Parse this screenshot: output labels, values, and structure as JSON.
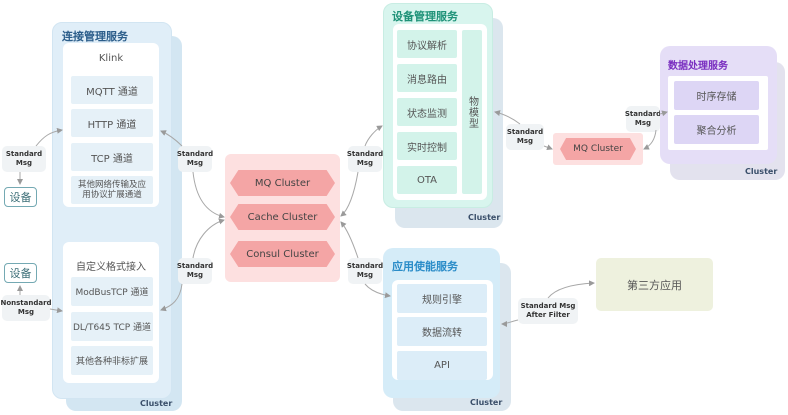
{
  "connection_service": {
    "title": "连接管理服务",
    "cluster_label": "Cluster",
    "klink": {
      "title": "Klink",
      "items": [
        "MQTT 通道",
        "HTTP 通道",
        "TCP 通道",
        "其他网络传输及应用协议扩展通道"
      ]
    },
    "custom": {
      "title": "自定义格式接入",
      "items": [
        "ModBusTCP 通道",
        "DL/T645 TCP 通道",
        "其他各种非标扩展"
      ]
    }
  },
  "devices": [
    "设备",
    "设备"
  ],
  "edge_labels": {
    "device_std": "Standard\nMsg",
    "device_nonstd": "Nonstandard\nMsg",
    "conn_to_core_top": "Standard\nMsg",
    "conn_to_core_bottom": "Standard\nMsg",
    "core_to_device_mgmt": "Standard\nMsg",
    "core_to_app": "Standard\nMsg",
    "device_mgmt_to_mq": "Standard\nMsg",
    "mq_to_data": "Standard\nMsg",
    "app_to_third": "Standard Msg\nAfter Filter"
  },
  "core_cluster": {
    "items": [
      "MQ Cluster",
      "Cache Cluster",
      "Consul Cluster"
    ]
  },
  "device_service": {
    "title": "设备管理服务",
    "cluster_label": "Cluster",
    "items": [
      "协议解析",
      "消息路由",
      "状态监测",
      "实时控制",
      "OTA"
    ],
    "model": "物模型"
  },
  "mq_cluster": {
    "label": "MQ Cluster"
  },
  "data_service": {
    "title": "数据处理服务",
    "cluster_label": "Cluster",
    "items": [
      "时序存储",
      "聚合分析"
    ]
  },
  "app_service": {
    "title": "应用使能服务",
    "cluster_label": "Cluster",
    "items": [
      "规则引擎",
      "数据流转",
      "API"
    ]
  },
  "third_party": {
    "label": "第三方应用"
  },
  "colors": {
    "connection_bg": "#dcecf6",
    "connection_title": "#2b5d8a",
    "item_bg": "#e6f1f8",
    "device_bg": "#d8f5ee",
    "device_title": "#1e9278",
    "device_item": "#d3f3ea",
    "data_bg": "#e5def7",
    "data_title": "#7a2fc0",
    "data_item": "#ddd6f5",
    "app_bg": "#d5ecf8",
    "app_title": "#2a8cc8",
    "app_item": "#dcedf8",
    "core_bg": "#fde0e0",
    "hex": "#f4a5a5",
    "third_bg": "#eef1de"
  }
}
